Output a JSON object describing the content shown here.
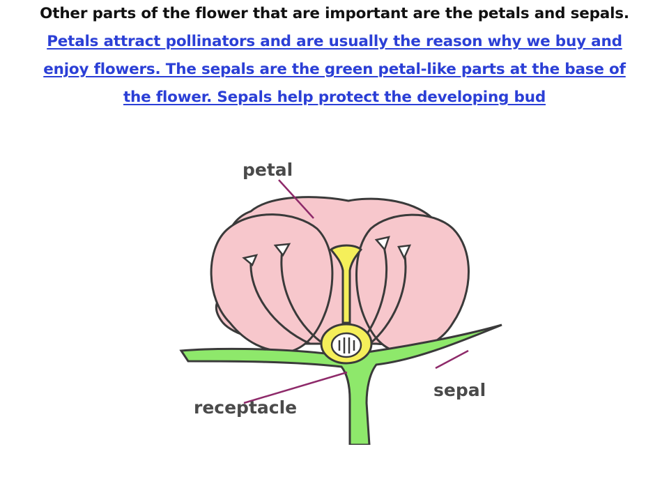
{
  "caption": {
    "lead": "Other parts of the flower that are important are the petals and sepals. ",
    "link": "Petals attract pollinators and are usually the reason why we buy and enjoy flowers. The sepals are the green petal-like parts at the base of the flower. Sepals help protect the developing bud"
  },
  "figure": {
    "labels": {
      "petal": "petal",
      "sepal": "sepal",
      "receptacle": "receptacle"
    },
    "colors": {
      "petal_fill": "#f7c7cc",
      "sepal_fill": "#8ee86b",
      "pistil_fill": "#f5ef5a",
      "outline": "#3a3a3a",
      "pointer": "#8e2a6a"
    }
  }
}
